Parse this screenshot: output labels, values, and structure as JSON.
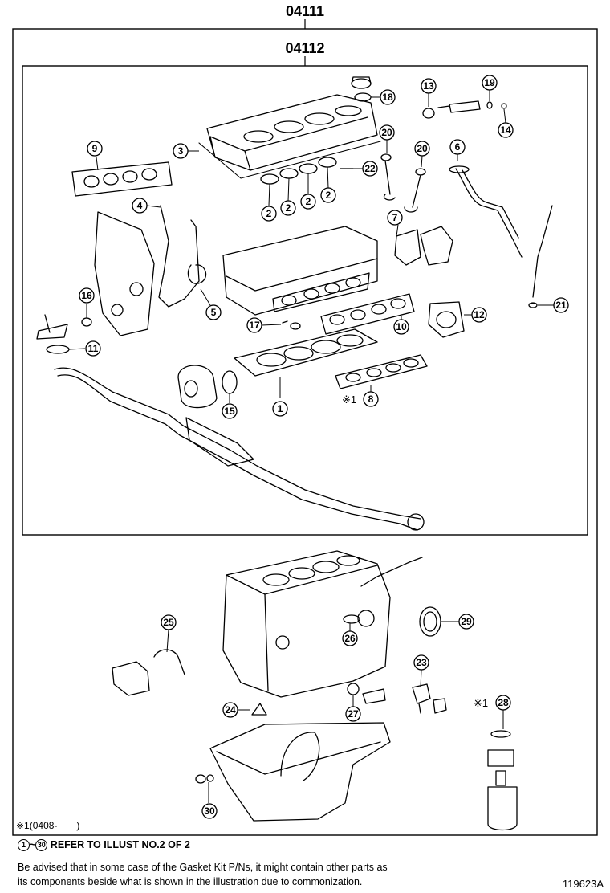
{
  "kit_outer": {
    "code": "04111"
  },
  "kit_inner": {
    "code": "04112"
  },
  "callouts": [
    {
      "n": "1"
    },
    {
      "n": "2"
    },
    {
      "n": "2"
    },
    {
      "n": "2"
    },
    {
      "n": "2"
    },
    {
      "n": "3"
    },
    {
      "n": "4"
    },
    {
      "n": "5"
    },
    {
      "n": "6"
    },
    {
      "n": "7"
    },
    {
      "n": "8"
    },
    {
      "n": "9"
    },
    {
      "n": "10"
    },
    {
      "n": "11"
    },
    {
      "n": "12"
    },
    {
      "n": "13"
    },
    {
      "n": "14"
    },
    {
      "n": "15"
    },
    {
      "n": "16"
    },
    {
      "n": "17"
    },
    {
      "n": "18"
    },
    {
      "n": "19"
    },
    {
      "n": "20"
    },
    {
      "n": "20"
    },
    {
      "n": "21"
    },
    {
      "n": "22"
    },
    {
      "n": "23"
    },
    {
      "n": "24"
    },
    {
      "n": "25"
    },
    {
      "n": "26"
    },
    {
      "n": "27"
    },
    {
      "n": "28"
    },
    {
      "n": "29"
    },
    {
      "n": "30"
    }
  ],
  "note_marks": {
    "item8": "※1",
    "item28": "※1"
  },
  "footnote": "※1(0408-　　)",
  "ref_note": {
    "from": "1",
    "tilde": "~",
    "to": "30",
    "text": "REFER TO ILLUST NO.2 OF 2"
  },
  "advisory": {
    "line1": "Be advised that in some case of the Gasket Kit P/Ns,  it might contain other parts as",
    "line2": "its components beside what is shown in the illustration due to commonization."
  },
  "figure_id": "119623A"
}
